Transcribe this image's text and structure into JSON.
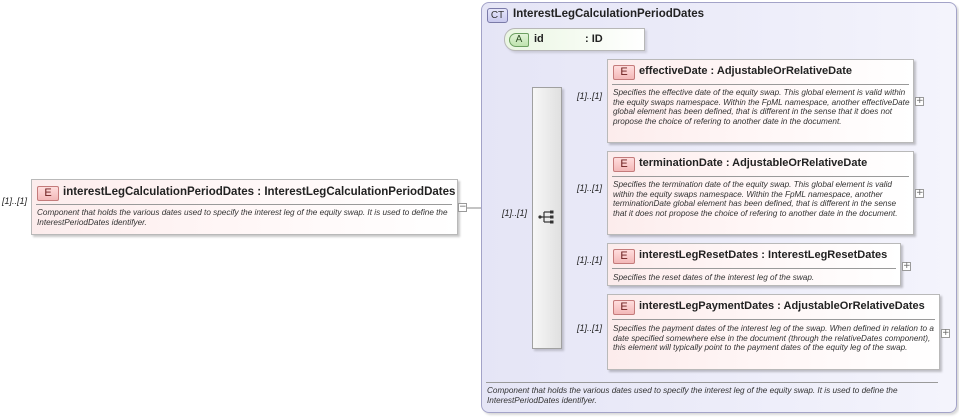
{
  "root": {
    "badge": "E",
    "name": "interestLegCalculationPeriodDates",
    "type_sep": ":",
    "type": "InterestLegCalculationPeriodDates",
    "multiplicity": "[1]..[1]",
    "description": "Component that holds the various dates used to specify the interest leg of the equity swap. It is used to define the InterestPeriodDates identifyer.",
    "collapse_glyph": "−"
  },
  "complex_type": {
    "badge": "CT",
    "name": "InterestLegCalculationPeriodDates",
    "description": "Component that holds the various dates used to specify the interest leg of the equity swap. It is used to define the InterestPeriodDates identifyer."
  },
  "attribute": {
    "badge": "A",
    "name": "id",
    "type_sep": ":",
    "type": "ID"
  },
  "sequence": {
    "multiplicity": "[1]..[1]"
  },
  "elements": [
    {
      "badge": "E",
      "name": "effectiveDate",
      "type_sep": ":",
      "type": "AdjustableOrRelativeDate",
      "multiplicity": "[1]..[1]",
      "description": "Specifies the effective date of the equity swap. This global element is valid within the equity swaps namespace. Within the FpML namespace, another effectiveDate global element has been defined, that is different in the sense that it does not propose the choice of refering to another date in the document.",
      "expand_glyph": "+"
    },
    {
      "badge": "E",
      "name": "terminationDate",
      "type_sep": ":",
      "type": "AdjustableOrRelativeDate",
      "multiplicity": "[1]..[1]",
      "description": "Specifies the termination date of the equity swap. This global element is valid within the equity swaps namespace. Within the FpML namespace, another terminationDate global element has been defined, that is different in the sense that it does not propose the choice of refering to another date in the document.",
      "expand_glyph": "+"
    },
    {
      "badge": "E",
      "name": "interestLegResetDates",
      "type_sep": ":",
      "type": "InterestLegResetDates",
      "multiplicity": "[1]..[1]",
      "description": "Specifies the reset dates of the interest leg of the swap.",
      "expand_glyph": "+"
    },
    {
      "badge": "E",
      "name": "interestLegPaymentDates",
      "type_sep": ":",
      "type": "AdjustableOrRelativeDates",
      "multiplicity": "[1]..[1]",
      "description": "Specifies the payment dates of the interest leg of the swap. When defined in relation to a date specified somewhere else in the document (through the relativeDates component), this element will typically point to the payment dates of the equity leg of the swap.",
      "expand_glyph": "+"
    }
  ]
}
